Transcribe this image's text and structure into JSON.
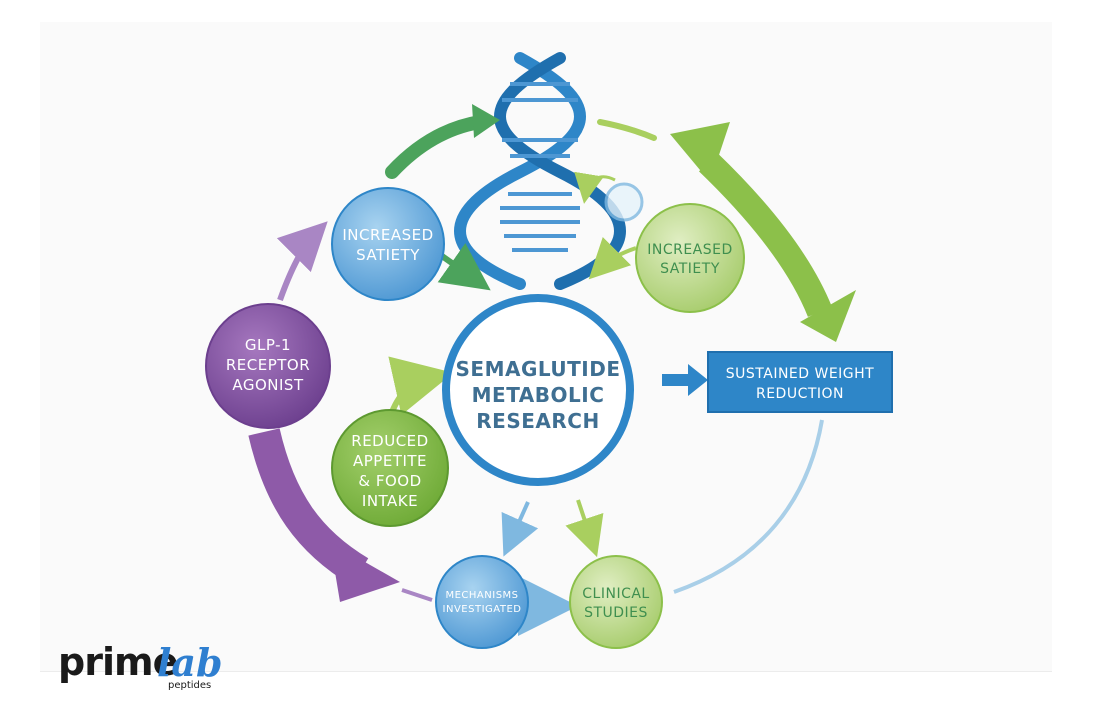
{
  "diagram": {
    "center": {
      "lines": [
        "SEMAGLUTIDE",
        "METABOLIC",
        "RESEARCH"
      ]
    },
    "nodes": {
      "satiety_left": {
        "lines": [
          "INCREASED",
          "SATIETY"
        ]
      },
      "satiety_right": {
        "lines": [
          "INCREASED",
          "SATIETY"
        ]
      },
      "glp1": {
        "lines": [
          "GLP-1",
          "RECEPTOR",
          "AGONIST"
        ]
      },
      "appetite": {
        "lines": [
          "REDUCED",
          "APPETITE",
          "& FOOD",
          "INTAKE"
        ]
      },
      "mechanisms": {
        "lines": [
          "MECHANISMS",
          "INVESTIGATED"
        ]
      },
      "clinical": {
        "lines": [
          "CLINICAL",
          "STUDIES"
        ]
      },
      "weight": {
        "lines": [
          "SUSTAINED WEIGHT",
          "REDUCTION"
        ]
      }
    }
  },
  "colors": {
    "blue": "#2e86c8",
    "dark_blue": "#1f6fae",
    "light_blue": "#7fb8e0",
    "green": "#8cc04a",
    "dark_green": "#4ca35c",
    "purple": "#8e5aa8",
    "light_purple": "#a986c4"
  },
  "logo": {
    "prime": "prime",
    "lab": "lab",
    "peptides": "peptides"
  }
}
